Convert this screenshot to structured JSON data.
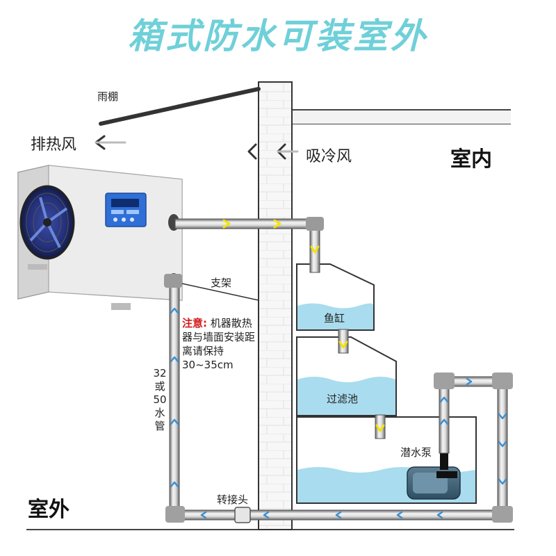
{
  "title": "箱式防水可装室外",
  "labels": {
    "canopy": "雨棚",
    "exhaust": "排热风",
    "intake": "吸冷风",
    "indoor": "室内",
    "outdoor": "室外",
    "bracket": "支架",
    "fish_tank": "鱼缸",
    "filter_pool": "过滤池",
    "pump": "潜水泵",
    "adapter": "转接头"
  },
  "note": {
    "prefix": "注意:",
    "text": "机器散热器与墙面安装距离请保持30~35cm"
  },
  "pipe_size": [
    "32",
    "或",
    "50",
    "水",
    "管"
  ],
  "colors": {
    "title": "#6fd0d8",
    "warning": "#d21a1a",
    "water": "#a9dcee",
    "flow_arrow_hot": "#f5e400",
    "flow_arrow_return": "#3c8fd0"
  }
}
